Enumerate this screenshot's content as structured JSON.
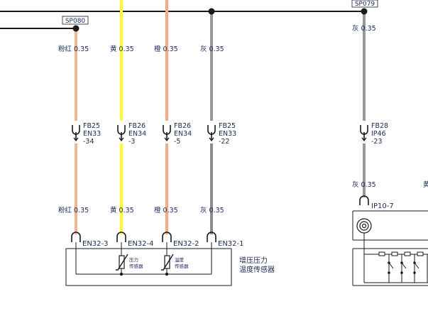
{
  "splices": {
    "sp080": "SP080",
    "sp079": "SP079"
  },
  "wires": {
    "w1_top": "粉红 0.35",
    "w2_top": "黄 0.35",
    "w3_top": "橙 0.35",
    "w4_top": "灰 0.35",
    "w5_top": "灰 0.35",
    "w1_bottom": "粉红 0.35",
    "w2_bottom": "黄 0.35",
    "w3_bottom": "橙 0.35",
    "w4_bottom": "灰 0.35",
    "w5_bottom": "灰 0.35",
    "edge_cut": "黄"
  },
  "connectors": {
    "c1": [
      "FB25",
      "EN33",
      "-34"
    ],
    "c2": [
      "FB26",
      "EN34",
      "-3"
    ],
    "c3": [
      "FB26",
      "EN34",
      "-5"
    ],
    "c4": [
      "FB25",
      "EN33",
      "-22"
    ],
    "c5": [
      "FB28",
      "IP46",
      "-23"
    ]
  },
  "pins": {
    "p1": "EN32-3",
    "p2": "EN32-4",
    "p3": "EN32-2",
    "p4": "EN32-1",
    "p5": "IP10-7"
  },
  "sensor": {
    "pressure_label": [
      "压力",
      "传感器"
    ],
    "temperature_label": [
      "温度",
      "传感器"
    ],
    "caption": [
      "增压压力",
      "温度传感器"
    ]
  },
  "colors": {
    "pink": "#f4b48f",
    "yellow": "#ffff2a",
    "orange": "#f7aa80",
    "gray": "#999999",
    "darkgray": "#8c8c8c",
    "line": "#1a1a1a",
    "text": "#1a2a5a"
  }
}
